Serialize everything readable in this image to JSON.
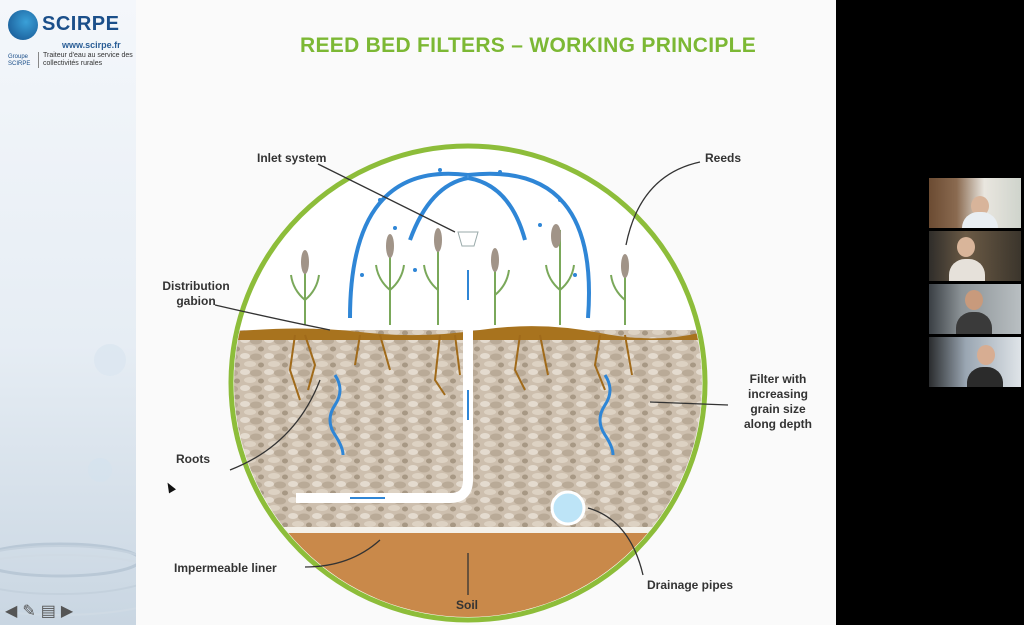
{
  "brand": {
    "name": "SCIRPE",
    "url": "www.scirpe.fr",
    "group": "Groupe SCIRPE",
    "tagline": "Traiteur d'eau au service des collectivités rurales"
  },
  "slide": {
    "title": "REED BED FILTERS – WORKING PRINCIPLE",
    "labels": {
      "inlet": "Inlet system",
      "reeds": "Reeds",
      "gabion": "Distribution gabion",
      "filter": "Filter with increasing grain size along depth",
      "roots": "Roots",
      "liner": "Impermeable liner",
      "drainage": "Drainage pipes",
      "soil": "Soil"
    }
  },
  "controls": {
    "prev_icon": "arrow-left-icon",
    "pen_icon": "pen-icon",
    "menu_icon": "menu-icon",
    "next_icon": "arrow-right-icon"
  },
  "participants": [
    {
      "name": "participant-1"
    },
    {
      "name": "participant-2"
    },
    {
      "name": "participant-3"
    },
    {
      "name": "participant-4"
    }
  ],
  "colors": {
    "title": "#7cb834",
    "circle": "#8dbd3a",
    "water": "#2f86d6",
    "soil": "#c9894a",
    "gravel": "#cfc3b3"
  }
}
